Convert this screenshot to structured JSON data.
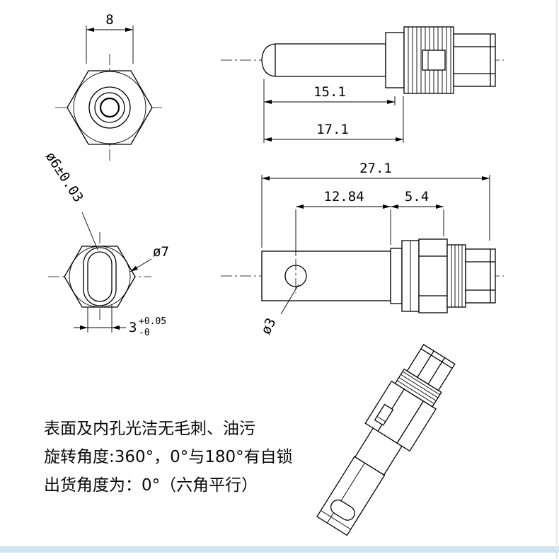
{
  "page": {
    "background": "#ffffff",
    "line_color": "#000000",
    "bottom_strip_color": "#cfe4f2"
  },
  "views": {
    "hex_end_top": {
      "dim_width": "8"
    },
    "side_view_top": {
      "dim_shaft": "15.1",
      "dim_overall": "17.1"
    },
    "hex_end_mid": {
      "dim_bore": "ø6±0.03",
      "dim_across_flats": "ø7",
      "dim_slot": "3",
      "dim_slot_tol_upper": "+0.05",
      "dim_slot_tol_lower": "-0"
    },
    "side_view_mid": {
      "dim_total": "27.1",
      "dim_to_hole": "12.84",
      "dim_hex_len": "5.4",
      "dim_hole": "ø3"
    }
  },
  "notes": {
    "line1": "表面及内孔光洁无毛刺、油污",
    "line2": "旋转角度:360°，0°与180°有自锁",
    "line3": "出货角度为：0°（六角平行）"
  }
}
